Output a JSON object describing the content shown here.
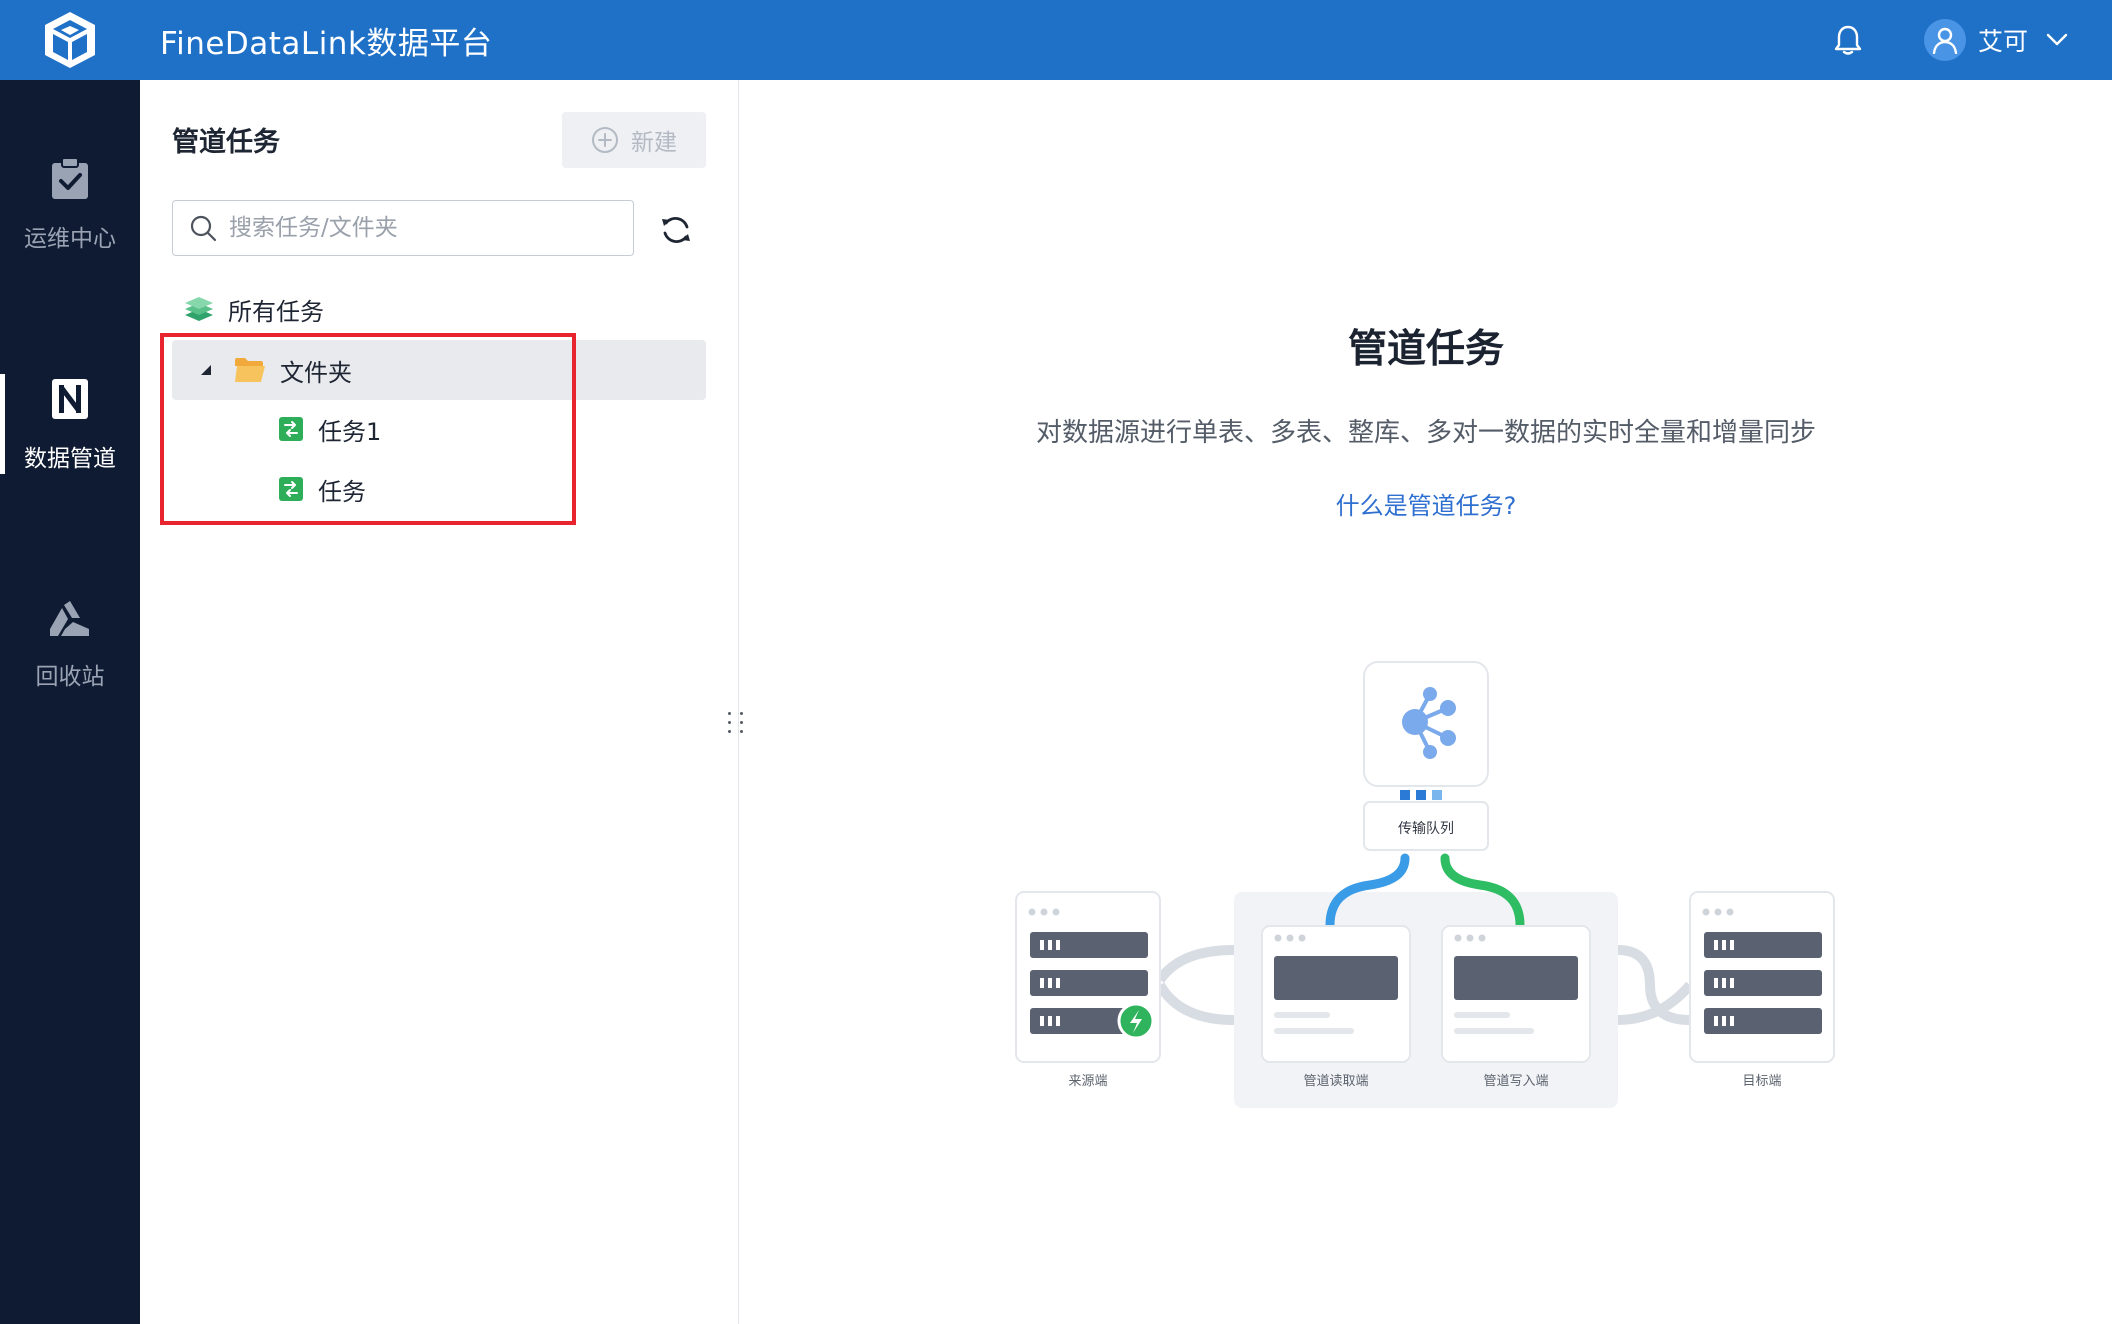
{
  "app": {
    "title": "FineDataLink数据平台",
    "user_name": "艾可",
    "brand_color": "#1f71c8",
    "nav_bg": "#0f1b33",
    "highlight_color": "#e8242f"
  },
  "nav": {
    "items": [
      {
        "label": "运维中心",
        "icon": "clipboard-check-icon",
        "active": false
      },
      {
        "label": "数据管道",
        "icon": "pipeline-icon",
        "active": true
      },
      {
        "label": "回收站",
        "icon": "recycle-icon",
        "active": false
      }
    ]
  },
  "panel": {
    "title": "管道任务",
    "new_label": "新建",
    "search_placeholder": "搜索任务/文件夹",
    "tree": {
      "all": "所有任务",
      "folder": "文件夹",
      "tasks": [
        "任务1",
        "任务"
      ]
    }
  },
  "main": {
    "title": "管道任务",
    "description": "对数据源进行单表、多表、整库、多对一数据的实时全量和增量同步",
    "link": "什么是管道任务?",
    "diagram": {
      "queue": "传输队列",
      "source": "来源端",
      "read": "管道读取端",
      "write": "管道写入端",
      "target": "目标端"
    }
  }
}
